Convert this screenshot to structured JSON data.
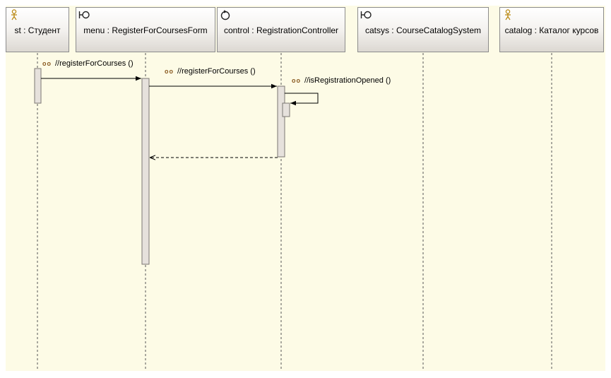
{
  "diagram": {
    "type": "sequence",
    "lifelines": [
      {
        "id": "st",
        "label": "st : Студент",
        "kind": "actor",
        "icon": "actor-icon"
      },
      {
        "id": "menu",
        "label": "menu : RegisterForCoursesForm",
        "kind": "boundary",
        "icon": "boundary-icon"
      },
      {
        "id": "control",
        "label": "control : RegistrationController",
        "kind": "control",
        "icon": "control-icon"
      },
      {
        "id": "catsys",
        "label": "catsys : CourseCatalogSystem",
        "kind": "boundary",
        "icon": "boundary-icon"
      },
      {
        "id": "catalog",
        "label": "catalog : Каталог курсов",
        "kind": "actor",
        "icon": "actor-icon"
      }
    ],
    "messages": [
      {
        "from": "st",
        "to": "menu",
        "label": "//registerForCourses ()",
        "type": "sync",
        "icon": "operation-icon"
      },
      {
        "from": "menu",
        "to": "control",
        "label": "//registerForCourses ()",
        "type": "sync",
        "icon": "operation-icon"
      },
      {
        "from": "control",
        "to": "control",
        "label": "//isRegistrationOpened ()",
        "type": "self",
        "icon": "operation-icon"
      },
      {
        "from": "control",
        "to": "menu",
        "label": "",
        "type": "return"
      }
    ],
    "operation_icon_glyph": "oo",
    "colors": {
      "canvas_background": "#fdfbe6",
      "lifeline": "#555555",
      "activation_fill": "#e6e1dc",
      "icon_stroke": "#7a5a18"
    }
  }
}
